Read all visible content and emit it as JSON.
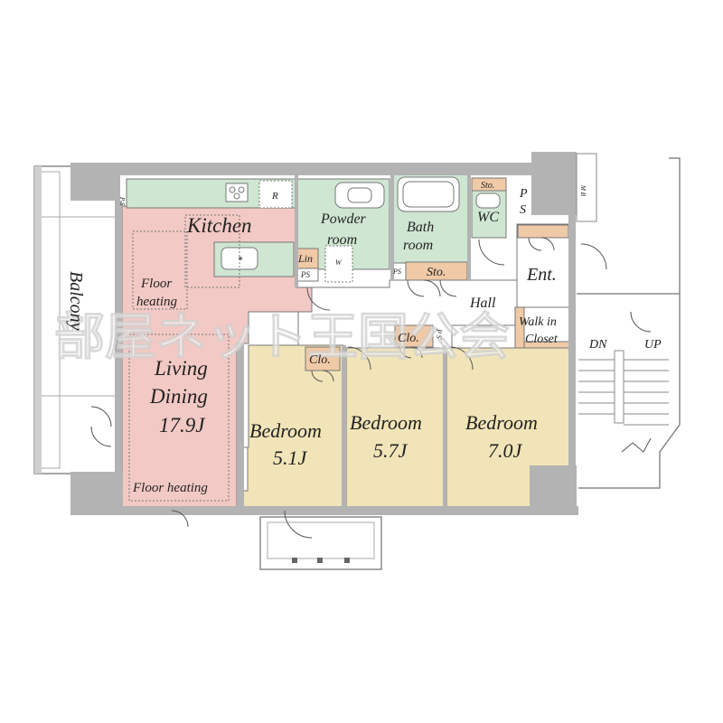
{
  "rooms": {
    "kitchen": "Kitchen",
    "floor_heating_1a": "Floor",
    "floor_heating_1b": "heating",
    "living_1": "Living",
    "living_2": "Dining",
    "living_area": "17.9J",
    "floor_heating_2": "Floor heating",
    "powder_1": "Powder",
    "powder_2": "room",
    "bath_1": "Bath",
    "bath_2": "room",
    "wc": "WC",
    "ent": "Ent.",
    "hall": "Hall",
    "walkin_1": "Walk in",
    "walkin_2": "Closet",
    "bed1_label": "Bedroom",
    "bed1_area": "5.1J",
    "bed2_label": "Bedroom",
    "bed2_area": "5.7J",
    "bed3_label": "Bedroom",
    "bed3_area": "7.0J",
    "balcony": "Balcony"
  },
  "small_labels": {
    "refrigerator": "R",
    "linen": "Lin",
    "ps": "PS",
    "washer": "W",
    "storage_bath": "Sto.",
    "storage_wc": "Sto.",
    "closet_b1": "Clo.",
    "closet_b2": "Clo.",
    "ps_wc_p": "P",
    "ps_wc_s": "S",
    "ps_small_kitchen": "P S",
    "ps_hall": "P S",
    "mb": "M B",
    "dn": "DN",
    "up": "UP"
  },
  "watermark": "部屋ネット王国公会",
  "colors": {
    "wall": "#b3b3b3",
    "living": "#f2c9c4",
    "wet": "#cfe6d2",
    "bedroom": "#f1e4b8",
    "storage": "#f0c9a6",
    "hall": "#ffffff",
    "line": "#666666"
  }
}
